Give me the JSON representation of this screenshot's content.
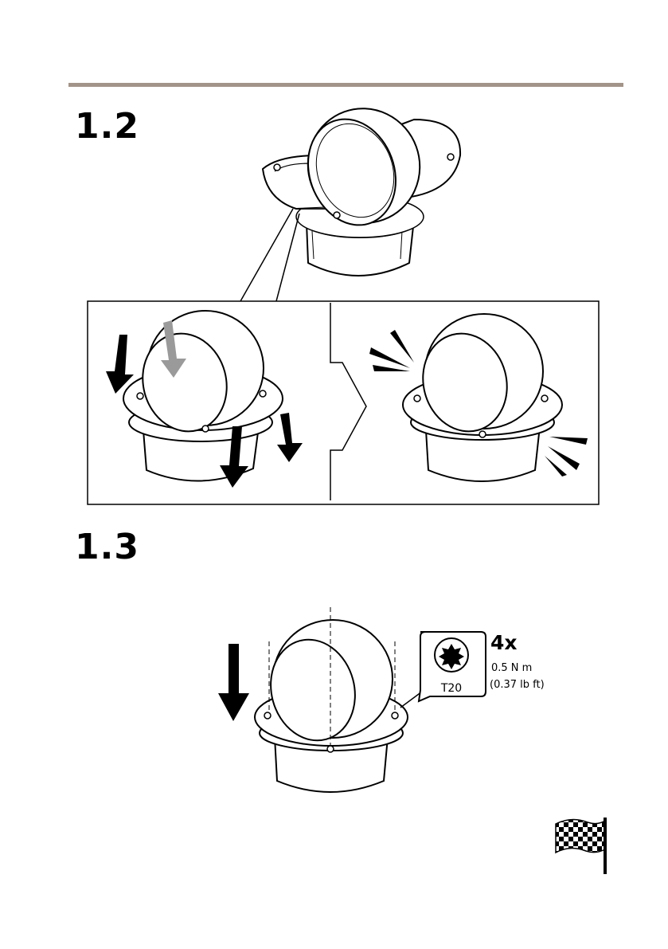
{
  "steps": [
    {
      "number": "1.2"
    },
    {
      "number": "1.3"
    }
  ],
  "torque_callout": {
    "quantity": "4x",
    "value_metric": "0.5 N m",
    "value_imperial": "(0.37 lb ft)",
    "tool": "T20"
  },
  "icons": {
    "finish": "checkered-flag-icon",
    "tool": "torx-bit-icon"
  },
  "colors": {
    "rule": "#a39489",
    "line": "#000000",
    "grey_arrow": "#9a9a9a"
  }
}
